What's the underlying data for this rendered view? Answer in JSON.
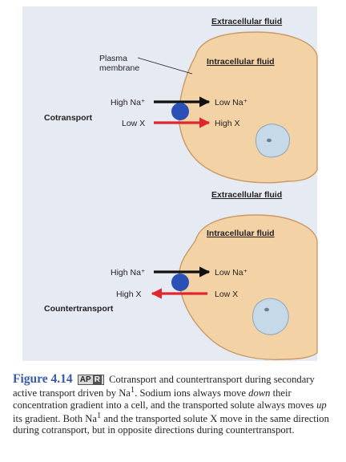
{
  "panel_top": {
    "extracellular_label": "Extracellular fluid",
    "intracellular_label": "Intracellular fluid",
    "plasma_membrane_label": "Plasma\nmembrane",
    "mode_label": "Cotransport",
    "left_upper": "High Na⁺",
    "left_lower": "Low X",
    "right_upper": "Low Na⁺",
    "right_lower": "High X"
  },
  "panel_bottom": {
    "extracellular_label": "Extracellular fluid",
    "intracellular_label": "Intracellular fluid",
    "mode_label": "Countertransport",
    "left_upper": "High Na⁺",
    "left_lower": "High X",
    "right_upper": "Low Na⁺",
    "right_lower": "Low X"
  },
  "caption": {
    "figure_label": "Figure 4.14",
    "apr_badge_left": "AP",
    "apr_badge_right": "R",
    "text_1": "Cotransport and countertransport during secondary active transport driven by Na",
    "text_1_sup": "1",
    "text_2": ". Sodium ions always move ",
    "text_emph_1": "down",
    "text_3": " their concentration gradient into a cell, and the transported solute always moves ",
    "text_emph_2": "up",
    "text_4": " its gradient. Both Na",
    "text_4_sup": "1",
    "text_5": " and the transported solute X move in the same direction during cotransport, but in opposite directions during countertransport."
  },
  "colors": {
    "background_panel": "#e6eaf3",
    "cell_fill": "#f3d3a6",
    "membrane": "#c99a66",
    "sodium_arrow": "#111111",
    "solute_arrow": "#e0262f",
    "carrier": "#2a50b5",
    "nucleus": "#c5d9e8",
    "figure_label": "#3a5aa7"
  }
}
